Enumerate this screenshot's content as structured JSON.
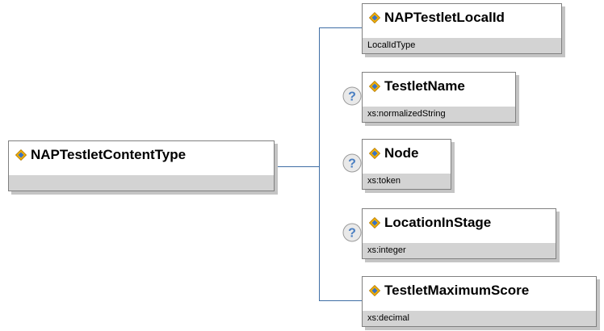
{
  "root": {
    "name": "NAPTestletContentType",
    "type": ""
  },
  "children": [
    {
      "name": "NAPTestletLocalId",
      "type": "LocalIdType",
      "optional": false
    },
    {
      "name": "TestletName",
      "type": "xs:normalizedString",
      "optional": true
    },
    {
      "name": "Node",
      "type": "xs:token",
      "optional": true
    },
    {
      "name": "LocationInStage",
      "type": "xs:integer",
      "optional": true
    },
    {
      "name": "TestletMaximumScore",
      "type": "xs:decimal",
      "optional": false
    }
  ],
  "optional_marker": "?",
  "colors": {
    "connector": "#3f6ea5",
    "box_border": "#808080",
    "type_band": "#d3d3d3",
    "shadow": "#c4c4c4"
  },
  "icons": {
    "element": "element-diamond-icon",
    "optional": "optional-question-icon"
  }
}
